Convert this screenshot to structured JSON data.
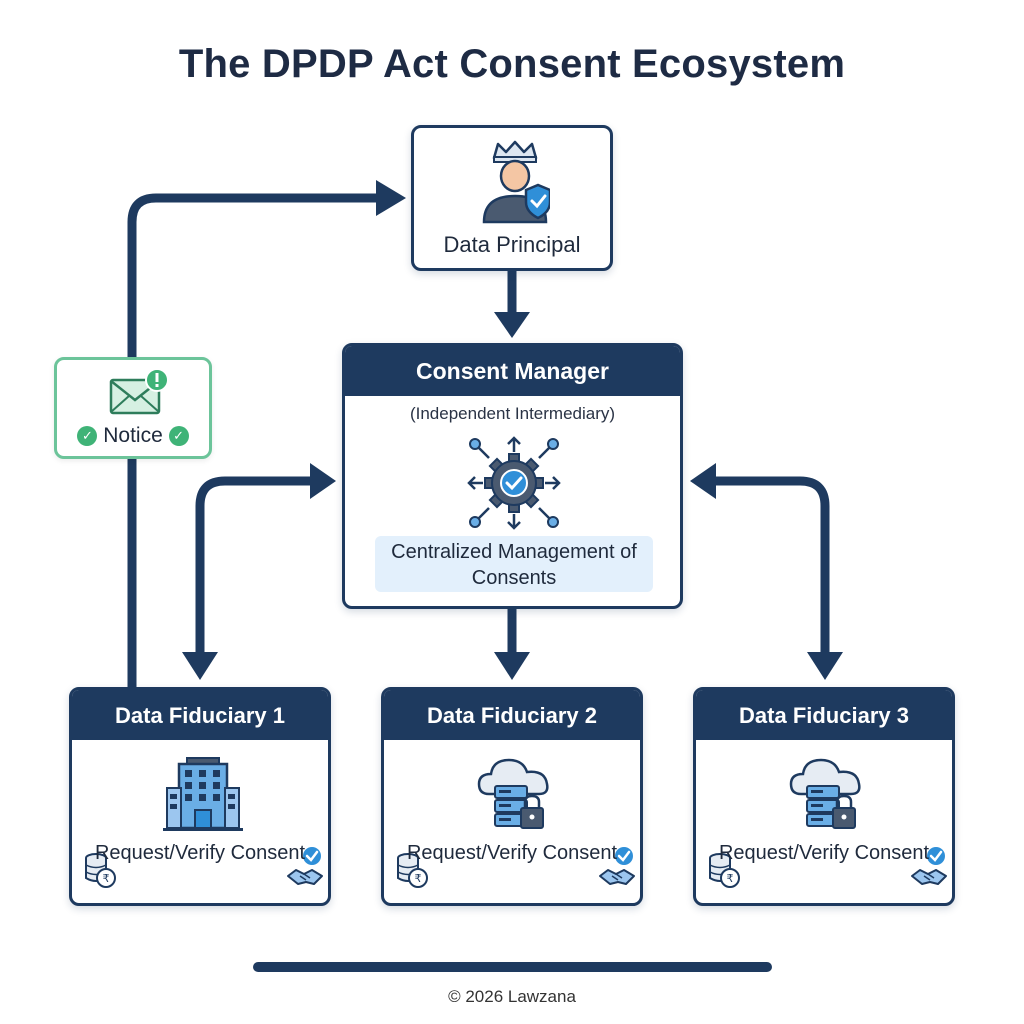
{
  "title": "The DPDP Act Consent Ecosystem",
  "data_principal": {
    "label": "Data Principal",
    "icon": "crowned-user-with-shield-icon"
  },
  "notice": {
    "label": "Notice",
    "icon": "envelope-alert-icon"
  },
  "consent_manager": {
    "title": "Consent Manager",
    "subtitle": "(Independent Intermediary)",
    "description": "Centralized Management of Consents",
    "icon": "gear-network-check-icon"
  },
  "fiduciaries": [
    {
      "title": "Data Fiduciary 1",
      "text": "Request/Verify Consent",
      "icon": "building-icon"
    },
    {
      "title": "Data Fiduciary 2",
      "text": "Request/Verify Consent",
      "icon": "cloud-server-lock-icon"
    },
    {
      "title": "Data Fiduciary 3",
      "text": "Request/Verify Consent",
      "icon": "cloud-server-lock-icon"
    }
  ],
  "footer": "© 2026 Lawzana",
  "colors": {
    "navy": "#1e3a5f",
    "notice_green": "#6cc49a",
    "check_green": "#3fb377",
    "highlight_blue": "#e3f0fc",
    "accent_blue": "#2f8fd8"
  }
}
